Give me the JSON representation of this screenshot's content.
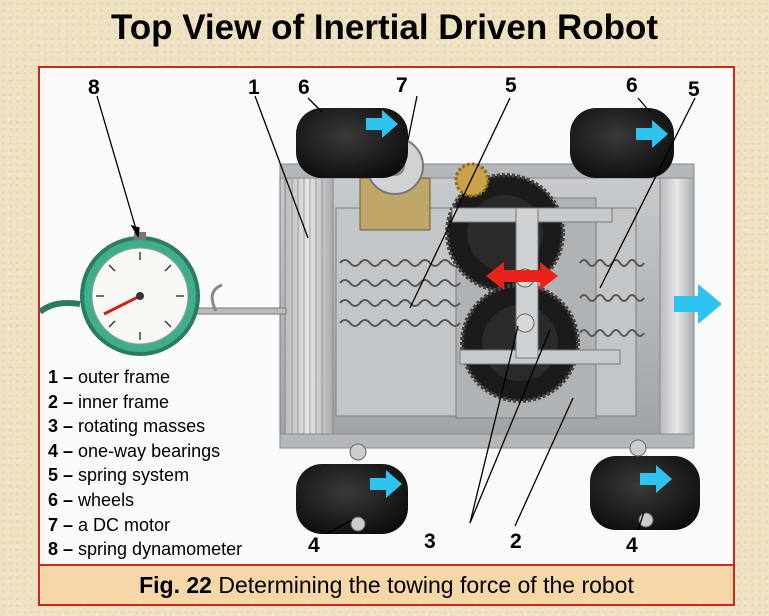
{
  "title": "Top View of Inertial Driven Robot",
  "caption": {
    "prefix": "Fig. 22",
    "text": "Determining the towing force of the robot"
  },
  "legend": [
    {
      "num": "1",
      "sep": " – ",
      "label": "outer frame"
    },
    {
      "num": "2",
      "sep": " – ",
      "label": "inner frame"
    },
    {
      "num": "3",
      "sep": " – ",
      "label": "rotating masses"
    },
    {
      "num": "4",
      "sep": " – ",
      "label": "one-way bearings"
    },
    {
      "num": "5",
      "sep": " – ",
      "label": "spring system"
    },
    {
      "num": "6",
      "sep": " – ",
      "label": "wheels"
    },
    {
      "num": "7",
      "sep": " – ",
      "label": "a DC motor"
    },
    {
      "num": "8",
      "sep": " – ",
      "label": "spring dynamometer"
    }
  ],
  "callouts": {
    "c8": "8",
    "c1": "1",
    "c6a": "6",
    "c7": "7",
    "c5a": "5",
    "c6b": "6",
    "c5b": "5",
    "c4a": "4",
    "c3": "3",
    "c2": "2",
    "c4b": "4"
  },
  "colors": {
    "frame_border": "#c8281e",
    "caption_bg": "#f6d7a8",
    "arrow_blue": "#2ec4f0",
    "arrow_red": "#e8231c"
  }
}
